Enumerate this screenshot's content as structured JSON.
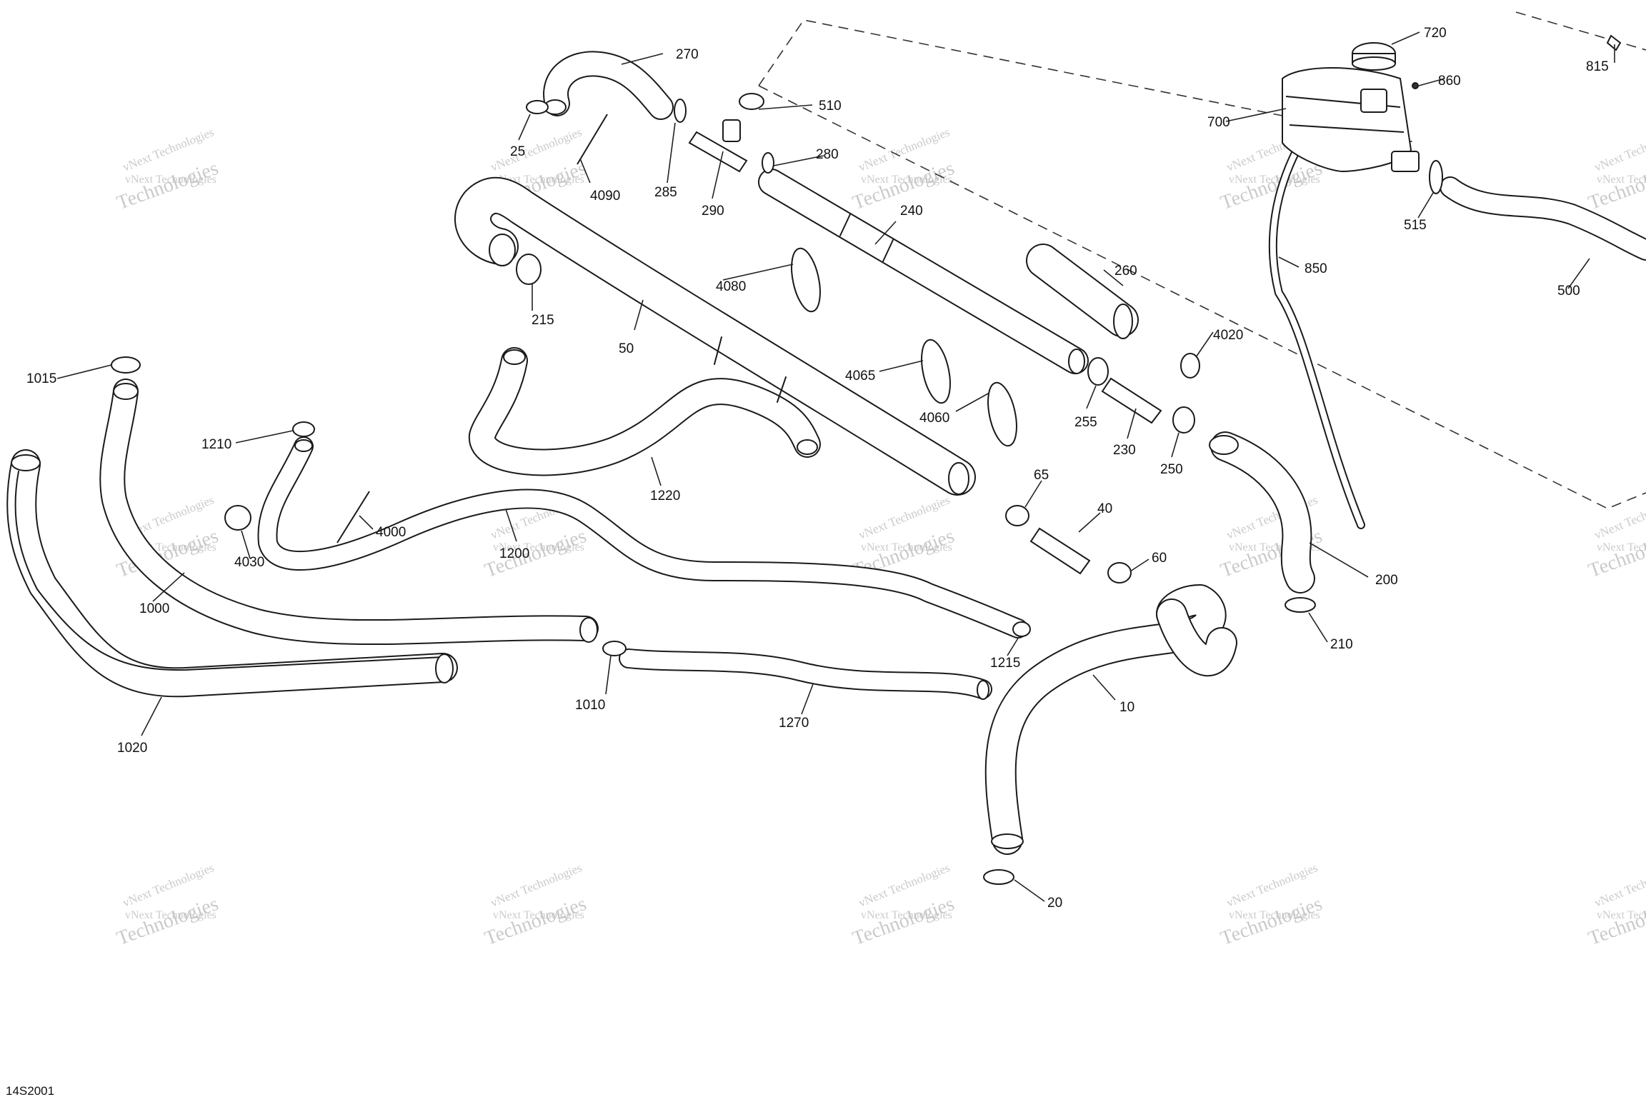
{
  "figure_id": "14S2001",
  "watermark": {
    "line1": "vNext Technologies",
    "line2": "vNext Technologies",
    "line3": "Technologies",
    "color": "#b9b9b9"
  },
  "parts": [
    {
      "ref": "270"
    },
    {
      "ref": "25"
    },
    {
      "ref": "4090"
    },
    {
      "ref": "285"
    },
    {
      "ref": "290"
    },
    {
      "ref": "510"
    },
    {
      "ref": "280"
    },
    {
      "ref": "240"
    },
    {
      "ref": "215"
    },
    {
      "ref": "50"
    },
    {
      "ref": "4080"
    },
    {
      "ref": "260"
    },
    {
      "ref": "4065"
    },
    {
      "ref": "4060"
    },
    {
      "ref": "4020"
    },
    {
      "ref": "255"
    },
    {
      "ref": "230"
    },
    {
      "ref": "250"
    },
    {
      "ref": "1015"
    },
    {
      "ref": "1210"
    },
    {
      "ref": "1220"
    },
    {
      "ref": "4000"
    },
    {
      "ref": "4030"
    },
    {
      "ref": "1200"
    },
    {
      "ref": "1000"
    },
    {
      "ref": "65"
    },
    {
      "ref": "40"
    },
    {
      "ref": "60"
    },
    {
      "ref": "1215"
    },
    {
      "ref": "1010"
    },
    {
      "ref": "1270"
    },
    {
      "ref": "10"
    },
    {
      "ref": "1020"
    },
    {
      "ref": "20"
    },
    {
      "ref": "720"
    },
    {
      "ref": "815"
    },
    {
      "ref": "860"
    },
    {
      "ref": "700"
    },
    {
      "ref": "515"
    },
    {
      "ref": "850"
    },
    {
      "ref": "500"
    },
    {
      "ref": "200"
    },
    {
      "ref": "210"
    }
  ]
}
